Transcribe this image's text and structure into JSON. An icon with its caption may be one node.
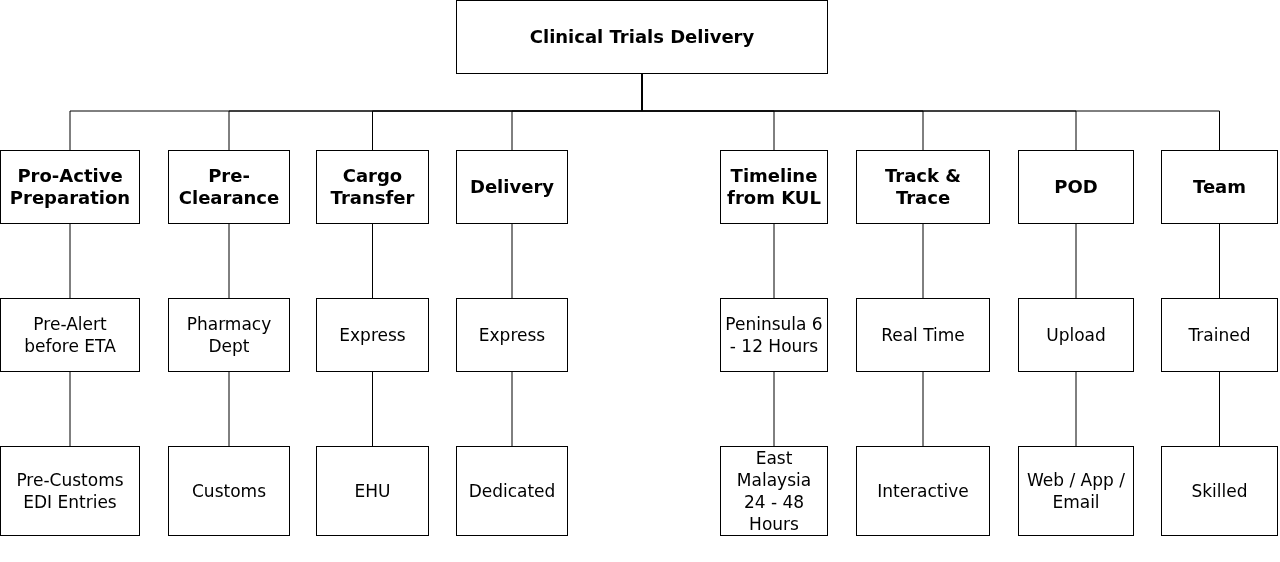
{
  "diagram": {
    "nodes": [
      {
        "text": [
          "Clinical Trials Delivery"
        ]
      },
      {
        "text": [
          "Pro-Active Preparation"
        ]
      },
      {
        "text": [
          "Pre-Clearance"
        ]
      },
      {
        "text": [
          "Cargo Transfer"
        ]
      },
      {
        "text": [
          "Delivery"
        ]
      },
      {
        "text": [
          "Timeline from KUL"
        ]
      },
      {
        "text": [
          "Track & Trace"
        ]
      },
      {
        "text": [
          "POD"
        ]
      },
      {
        "text": [
          "Team"
        ]
      },
      {
        "text": [
          "Pre-Alert before ETA"
        ]
      },
      {
        "text": [
          "Pharmacy Dept"
        ]
      },
      {
        "text": [
          "Express"
        ]
      },
      {
        "text": [
          "Express"
        ]
      },
      {
        "text": [
          "Peninsula 6 - 12 Hours"
        ]
      },
      {
        "text": [
          "Real Time"
        ]
      },
      {
        "text": [
          "Upload"
        ]
      },
      {
        "text": [
          "Trained"
        ]
      },
      {
        "text": [
          "Pre-Customs EDI Entries"
        ]
      },
      {
        "text": [
          "Customs"
        ]
      },
      {
        "text": [
          "EHU"
        ]
      },
      {
        "text": [
          "Dedicated"
        ]
      },
      {
        "text": [
          "East Malaysia 24 - 48 Hours"
        ]
      },
      {
        "text": [
          "Interactive"
        ]
      },
      {
        "text": [
          "Web / App / Email"
        ]
      },
      {
        "text": [
          "Skilled"
        ]
      }
    ],
    "edges": [
      {
        "from": 0,
        "to": 1,
        "arrow": "none"
      },
      {
        "from": 0,
        "to": 2,
        "arrow": "none"
      },
      {
        "from": 0,
        "to": 3,
        "arrow": "none"
      },
      {
        "from": 0,
        "to": 4,
        "arrow": "none"
      },
      {
        "from": 0,
        "to": 5,
        "arrow": "none"
      },
      {
        "from": 0,
        "to": 6,
        "arrow": "none"
      },
      {
        "from": 0,
        "to": 7,
        "arrow": "none"
      },
      {
        "from": 0,
        "to": 8,
        "arrow": "none"
      },
      {
        "from": 1,
        "to": 9,
        "arrow": "none"
      },
      {
        "from": 2,
        "to": 10,
        "arrow": "none"
      },
      {
        "from": 3,
        "to": 11,
        "arrow": "none"
      },
      {
        "from": 4,
        "to": 12,
        "arrow": "none"
      },
      {
        "from": 5,
        "to": 13,
        "arrow": "none"
      },
      {
        "from": 6,
        "to": 14,
        "arrow": "none"
      },
      {
        "from": 7,
        "to": 15,
        "arrow": "none"
      },
      {
        "from": 8,
        "to": 16,
        "arrow": "none"
      },
      {
        "from": 9,
        "to": 17,
        "arrow": "none"
      },
      {
        "from": 10,
        "to": 18,
        "arrow": "none"
      },
      {
        "from": 11,
        "to": 19,
        "arrow": "none"
      },
      {
        "from": 12,
        "to": 20,
        "arrow": "none"
      },
      {
        "from": 13,
        "to": 21,
        "arrow": "none"
      },
      {
        "from": 14,
        "to": 22,
        "arrow": "none"
      },
      {
        "from": 15,
        "to": 23,
        "arrow": "none"
      },
      {
        "from": 16,
        "to": 24,
        "arrow": "none"
      }
    ]
  }
}
